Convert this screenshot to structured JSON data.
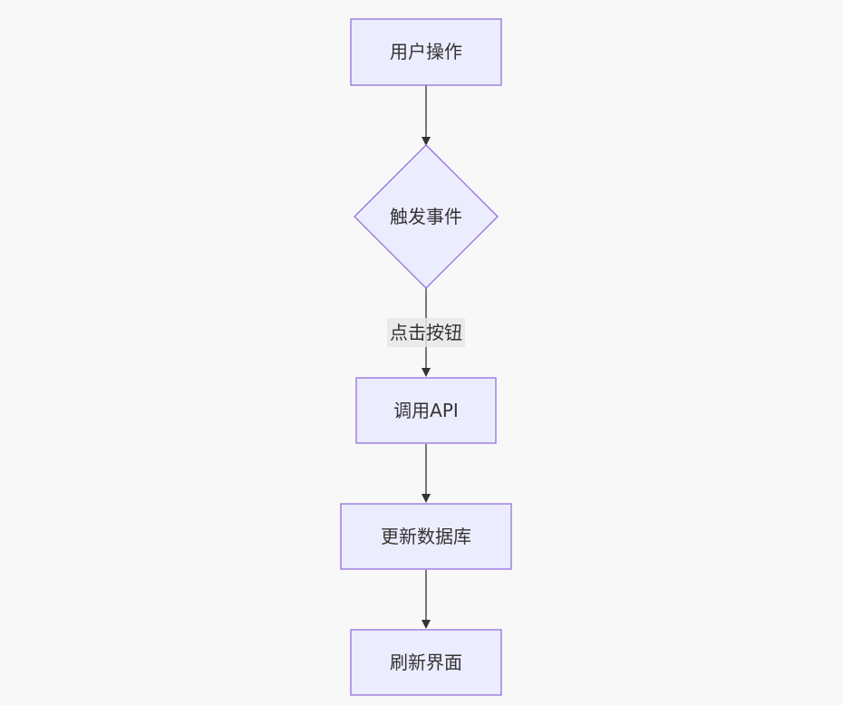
{
  "diagram": {
    "type": "flowchart",
    "direction": "top-to-bottom",
    "colors": {
      "node_fill": "#ececff",
      "node_stroke": "#9370db",
      "edge": "#333333",
      "edge_label_bg": "#e8e8e8",
      "text": "#333333",
      "background": "#f9f8f8"
    },
    "nodes": {
      "user_action": {
        "label": "用户操作",
        "shape": "rectangle"
      },
      "trigger_event": {
        "label": "触发事件",
        "shape": "diamond"
      },
      "call_api": {
        "label": "调用API",
        "shape": "rectangle"
      },
      "update_db": {
        "label": "更新数据库",
        "shape": "rectangle"
      },
      "refresh_ui": {
        "label": "刷新界面",
        "shape": "rectangle"
      }
    },
    "edges": [
      {
        "from": "user_action",
        "to": "trigger_event",
        "label": ""
      },
      {
        "from": "trigger_event",
        "to": "call_api",
        "label": "点击按钮"
      },
      {
        "from": "call_api",
        "to": "update_db",
        "label": ""
      },
      {
        "from": "update_db",
        "to": "refresh_ui",
        "label": ""
      }
    ]
  }
}
